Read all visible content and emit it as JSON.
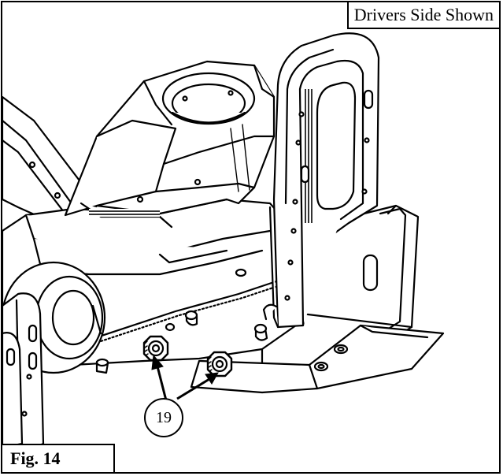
{
  "figure": {
    "view_note": "Drivers Side Shown",
    "figure_label": "Fig. 14",
    "callout_number": "19"
  },
  "colors": {
    "line": "#000000",
    "background": "#ffffff"
  }
}
